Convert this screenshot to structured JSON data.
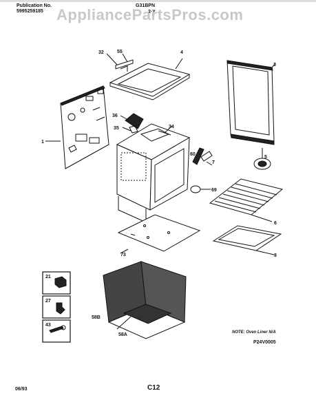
{
  "header": {
    "pub_label": "Publication No.",
    "pub_number": "5995259185",
    "model": "G31BPN",
    "model_sub": "2·Y",
    "watermark": "AppliancePartsPros.com"
  },
  "parts": {
    "p1": "1",
    "p3": "3",
    "p4": "4",
    "p5": "5",
    "p6": "6",
    "p7": "7",
    "p8": "8",
    "p21": "21",
    "p27": "27",
    "p32": "32",
    "p34": "34",
    "p35": "35",
    "p36": "36",
    "p43": "43",
    "p55": "55",
    "p58a": "58A",
    "p58b": "58B",
    "p60": "60",
    "p69": "69",
    "p73": "73"
  },
  "note": "NOTE: Oven Liner N/A",
  "drawing_code": "P24V0005",
  "footer": {
    "date": "06/93",
    "page": "C12"
  }
}
